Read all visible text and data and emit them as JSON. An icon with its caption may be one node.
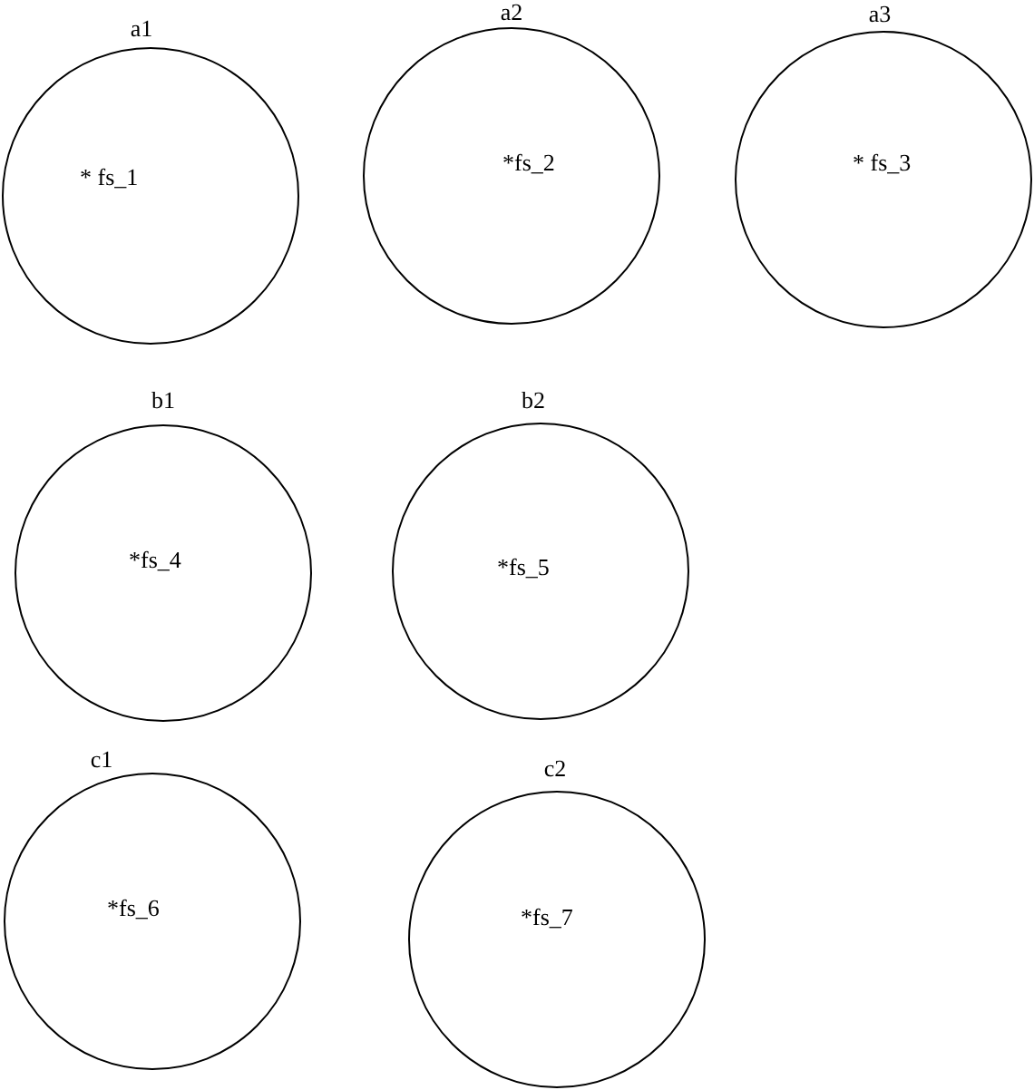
{
  "diagram": {
    "nodes": [
      {
        "text": [
          "a1",
          "* fs_1"
        ]
      },
      {
        "text": [
          "a2",
          "*fs_2"
        ]
      },
      {
        "text": [
          "a3",
          "* fs_3"
        ]
      },
      {
        "text": [
          "b1",
          "*fs_4"
        ]
      },
      {
        "text": [
          "b2",
          "*fs_5"
        ]
      },
      {
        "text": [
          "c1",
          "*fs_6"
        ]
      },
      {
        "text": [
          "c2",
          "*fs_7"
        ]
      }
    ]
  }
}
